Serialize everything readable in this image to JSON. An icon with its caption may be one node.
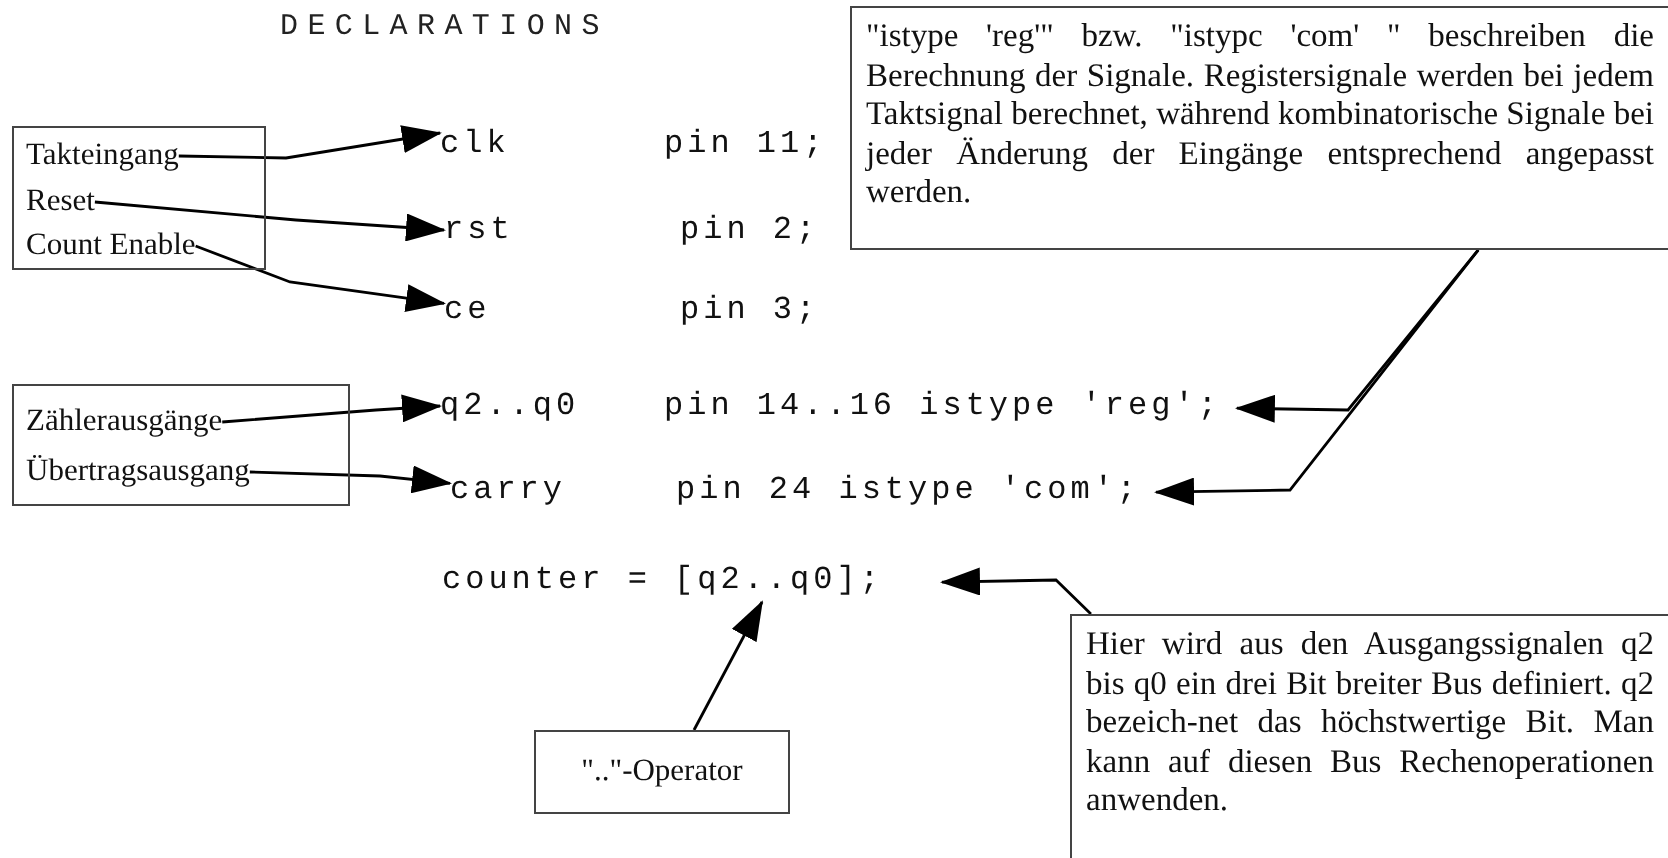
{
  "diagram": {
    "title": "DECLARATIONS",
    "nodes": [
      {
        "text": [],
        "shape": "box"
      },
      {
        "text": [
          "Takteingang"
        ],
        "in": 0
      },
      {
        "text": [
          "Reset"
        ],
        "in": 0
      },
      {
        "text": [
          "Count Enable"
        ],
        "in": 0
      },
      {
        "text": [
          "clk",
          "pin 11;"
        ]
      },
      {
        "text": [
          "rst",
          "pin 2;"
        ]
      },
      {
        "text": [
          "ce",
          "pin 3;"
        ]
      },
      {
        "text": [
          "\"istype 'reg'\" bzw. \"istypc 'com' \" beschreiben die Berechnung der Signale. Registersignale werden bei jedem Taktsignal berechnet, während kombinatorische Signale bei jeder Änderung der Eingänge entsprechend angepasst werden."
        ]
      },
      {
        "text": [],
        "shape": "box"
      },
      {
        "text": [
          "Zählerausgänge"
        ],
        "in": 8
      },
      {
        "text": [
          "Übertragsausgang"
        ],
        "in": 8
      },
      {
        "text": [
          "q2..q0",
          "pin 14..16 istype 'reg';"
        ]
      },
      {
        "text": [
          "carry",
          "pin 24 istype 'com';"
        ]
      },
      {
        "text": [
          "counter = [q2..q0];"
        ]
      },
      {
        "text": [
          "\"..\"-Operator"
        ]
      },
      {
        "text": [
          "Hier wird aus den Ausgangssignalen q2 bis q0 ein drei Bit breiter Bus definiert. q2 bezeich-net das höchstwertige Bit. Man kann auf diesen Bus Rechenoperationen anwenden."
        ]
      }
    ],
    "edges": [
      {
        "from": 1,
        "to": 4,
        "arrow": "to"
      },
      {
        "from": 2,
        "to": 5,
        "arrow": "to"
      },
      {
        "from": 3,
        "to": 6,
        "arrow": "to"
      },
      {
        "from": 9,
        "to": 11,
        "arrow": "to"
      },
      {
        "from": 10,
        "to": 12,
        "arrow": "to"
      },
      {
        "from": 7,
        "to": 11,
        "arrow": "to"
      },
      {
        "from": 7,
        "to": 12,
        "arrow": "to"
      },
      {
        "from": 15,
        "to": 13,
        "arrow": "to"
      },
      {
        "from": 14,
        "to": 13,
        "arrow": "to"
      }
    ]
  }
}
